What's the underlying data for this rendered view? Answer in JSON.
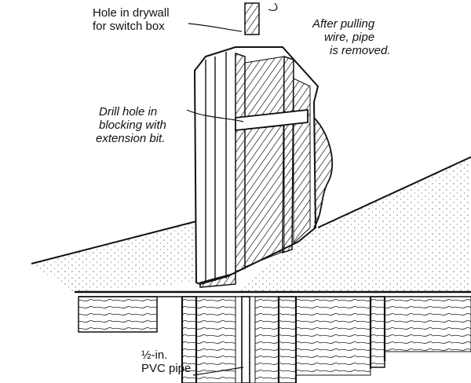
{
  "labels": {
    "hole_in_drywall": [
      "Hole in drywall",
      "for switch box"
    ],
    "after_pulling": [
      "After pulling",
      "wire, pipe",
      "is removed."
    ],
    "drill_hole": [
      "Drill hole in",
      "blocking with",
      "extension bit."
    ],
    "pvc_pipe": [
      "½-in.",
      "PVC pipe"
    ]
  },
  "colors": {
    "ink": "#111111",
    "paper": "#ffffff"
  }
}
